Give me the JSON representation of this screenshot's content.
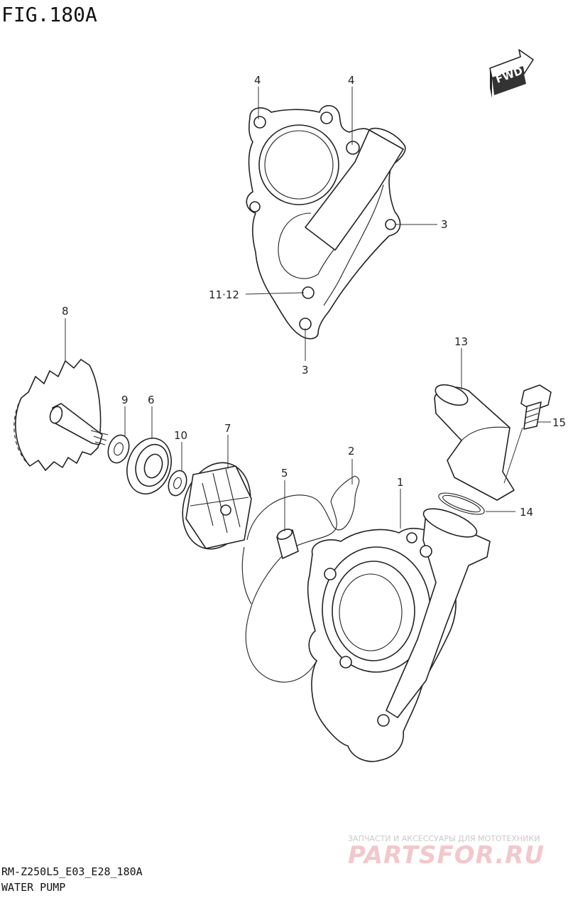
{
  "figure": {
    "title": "FIG.180A",
    "model_code": "RM-Z250L5_E03_E28_180A",
    "caption": "WATER PUMP"
  },
  "direction_badge": {
    "label": "FWD",
    "icon": "forward-arrow-icon"
  },
  "callouts": {
    "p1": "1",
    "p2": "2",
    "p3a": "3",
    "p3b": "3",
    "p4a": "4",
    "p4b": "4",
    "p5": "5",
    "p6": "6",
    "p7": "7",
    "p8": "8",
    "p9": "9",
    "p10": "10",
    "p11_12": "11·12",
    "p13": "13",
    "p14": "14",
    "p15": "15"
  },
  "watermark": {
    "tagline": "ЗАПЧАСТИ И АКСЕССУАРЫ ДЛЯ МОТОТЕХНИКИ",
    "brand": "PARTSFOR.RU"
  }
}
